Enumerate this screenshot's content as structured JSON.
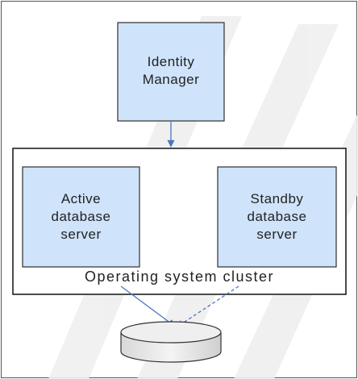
{
  "diagram": {
    "identity_manager": {
      "label": "Identity\nManager"
    },
    "active_server": {
      "label": "Active\ndatabase\nserver"
    },
    "standby_server": {
      "label": "Standby\ndatabase\nserver"
    },
    "cluster": {
      "label": "Operating system cluster"
    }
  },
  "colors": {
    "box_fill": "#cfe3fb",
    "box_stroke": "#2f2f2f",
    "arrow": "#4a78bf",
    "disk_fill": "#e8e8e8",
    "watermark": "#eeeeee"
  }
}
